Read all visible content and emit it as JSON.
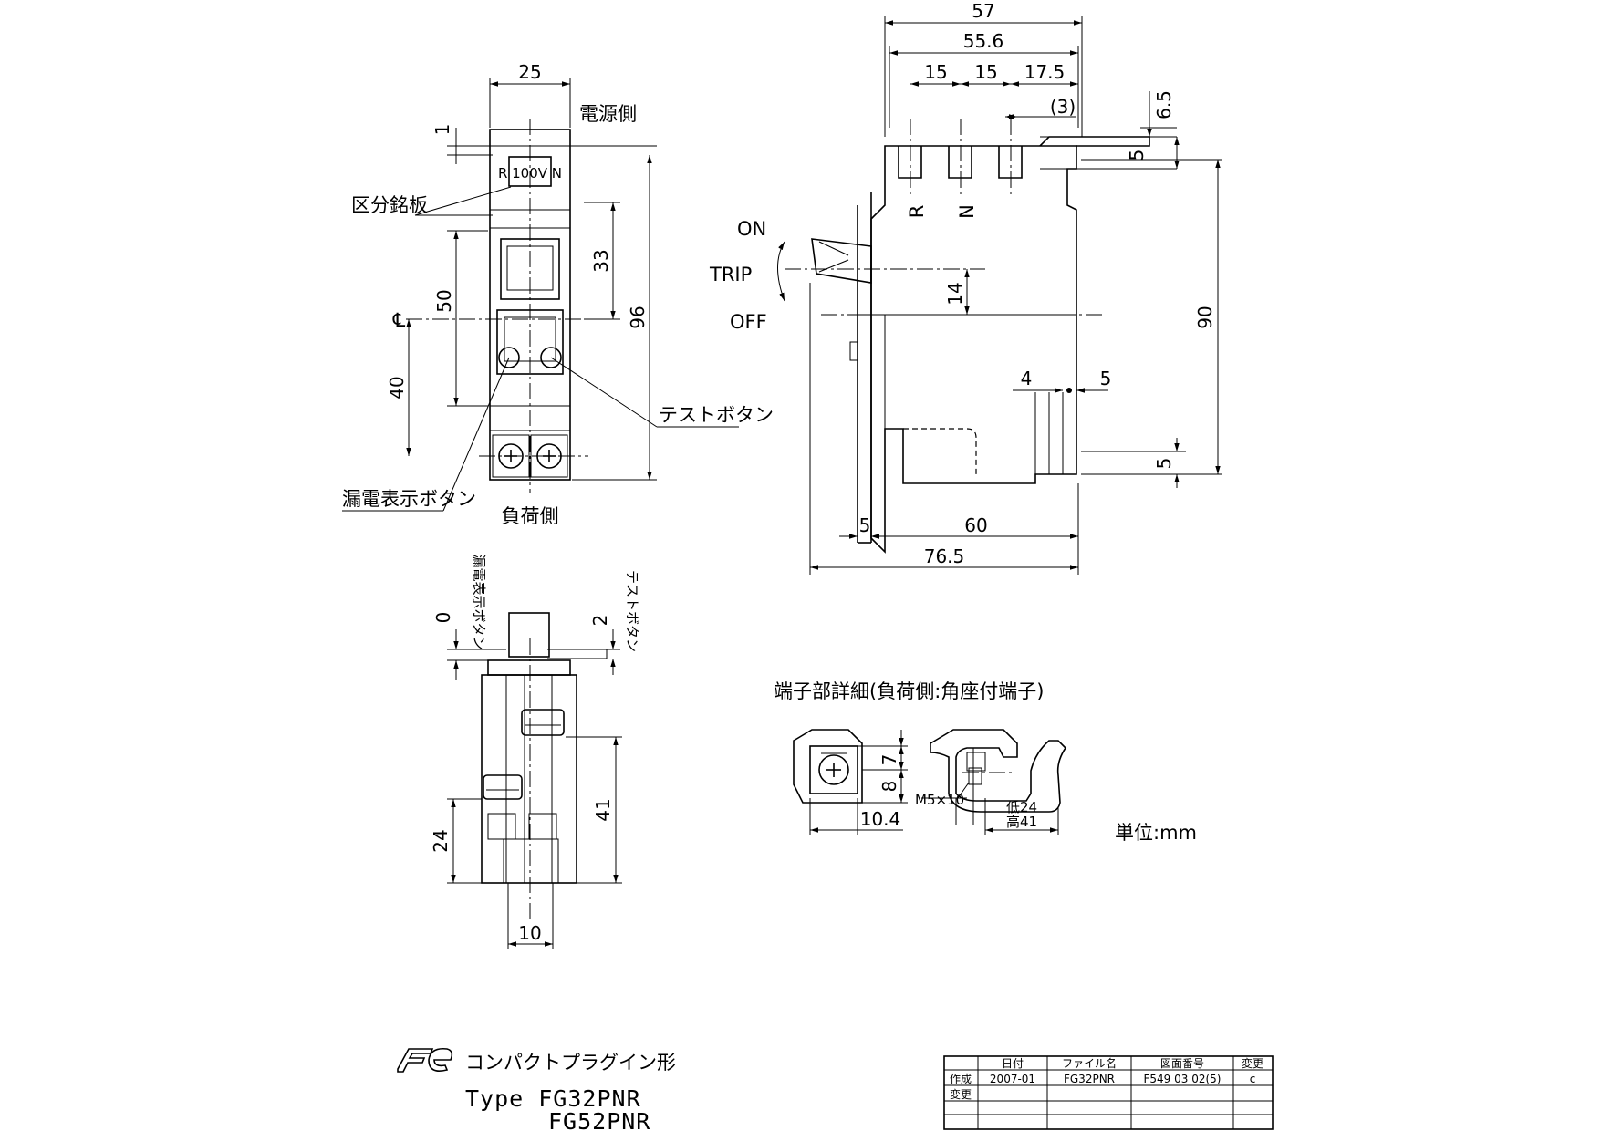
{
  "front_view": {
    "dims": {
      "width": "25",
      "top_gap": "1",
      "dim_33": "33",
      "dim_50": "50",
      "dim_96": "96",
      "dim_40": "40"
    },
    "labels": {
      "line_side": "電源側",
      "load_side": "負荷側",
      "name_plate": "区分銘板",
      "plate_text": "R 100V N",
      "test_button": "テストボタン",
      "leak_button": "漏電表示ボタン",
      "centerline": "℄"
    }
  },
  "side_view": {
    "dims": {
      "d57": "57",
      "d55_6": "55.6",
      "d15a": "15",
      "d15b": "15",
      "d17_5": "17.5",
      "d3": "(3)",
      "d6_5": "6.5",
      "d5_top": "5",
      "d90": "90",
      "d14": "14",
      "d4": "4",
      "d5_mid": "5",
      "d5_bot": "5",
      "d5_left": "5",
      "d60": "60",
      "d76_5": "76.5"
    },
    "labels": {
      "on": "ON",
      "trip": "TRIP",
      "off": "OFF",
      "term_r": "R",
      "term_n": "N"
    }
  },
  "bottom_view": {
    "dims": {
      "d0": "0",
      "d2": "2",
      "d41": "41",
      "d24": "24",
      "d10": "10"
    },
    "labels": {
      "leak_button": "漏電表示ボタン",
      "test_button": "テストボタン"
    }
  },
  "terminal_detail": {
    "title": "端子部詳細(負荷側:角座付端子)",
    "dims": {
      "d7": "7",
      "d8": "8",
      "d10_4": "10.4",
      "screw": "M5×10",
      "low": "低24",
      "high": "高41"
    }
  },
  "unit": "単位:mm",
  "product": {
    "series": "コンパクトプラグイン形",
    "type_line1": "Type  FG32PNR",
    "type_line2": "FG52PNR",
    "logo": "Fe"
  },
  "title_block": {
    "headers": [
      "日付",
      "ファイル名",
      "図面番号",
      "変更"
    ],
    "rows": [
      {
        "label": "作成",
        "date": "2007-01",
        "file": "FG32PNR",
        "drawing_no": "F549 03 02(5)",
        "change": "c"
      },
      {
        "label": "変更",
        "date": "",
        "file": "",
        "drawing_no": "",
        "change": ""
      }
    ]
  }
}
